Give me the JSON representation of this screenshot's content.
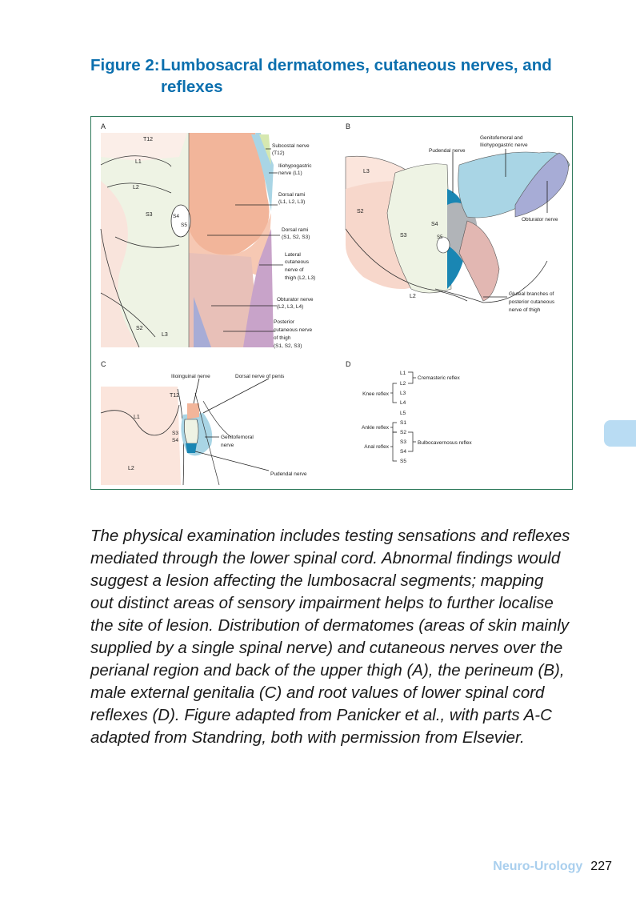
{
  "figure": {
    "number": "Figure 2:",
    "title_line1": "Lumbosacral dermatomes, cutaneous nerves, and",
    "title_line2": "reflexes"
  },
  "panels": {
    "a": {
      "letter": "A",
      "dermatomes": [
        "T12",
        "L1",
        "L2",
        "S3",
        "S4",
        "S5",
        "S2",
        "L3"
      ],
      "nerves": [
        "Subcostal nerve",
        "(T12)",
        "Iliohypogastric",
        "nerve (L1)",
        "Dorsal rami",
        "(L1, L2, L3)",
        "Dorsal rami",
        "(S1, S2, S3)",
        "Lateral",
        "cutaneous",
        "nerve of",
        "thigh (L2, L3)",
        "Obturator nerve",
        "(L2, L3, L4)",
        "Posterior",
        "cutaneous nerve",
        "of thigh",
        "(S1, S2, S3)"
      ]
    },
    "b": {
      "letter": "B",
      "dermatomes": [
        "L3",
        "S2",
        "S3",
        "S4",
        "S5",
        "L2"
      ],
      "nerves": [
        "Pudendal nerve",
        "Genitofemoral and",
        "Iliohypogastric nerve",
        "Obturator nerve",
        "Gluteal branches of",
        "posterior cutaneous",
        "nerve of thigh"
      ]
    },
    "c": {
      "letter": "C",
      "dermatomes": [
        "T12",
        "L1",
        "S3",
        "S4",
        "L2"
      ],
      "nerves": [
        "Ilioinguinal nerve",
        "Dorsal nerve of penis",
        "Genitofemoral",
        "nerve",
        "Pudendal nerve"
      ]
    },
    "d": {
      "letter": "D",
      "segments": [
        "L1",
        "L2",
        "L3",
        "L4",
        "L5",
        "S1",
        "S2",
        "S3",
        "S4",
        "S5"
      ],
      "reflexes": [
        "Cremasteric reflex",
        "Knee reflex",
        "Ankle reflex",
        "Anal reflex",
        "Bulbocavernosus reflex"
      ]
    }
  },
  "caption": "The physical examination includes testing sensations and reflexes mediated through the lower spinal cord. Abnormal findings would suggest a lesion affecting the lumbosacral segments; mapping out distinct areas of sensory impairment helps to further localise the site of lesion. Distribution of dermatomes (areas of skin mainly supplied by a single spinal nerve) and cutaneous nerves over the perianal region and back of the upper thigh (A), the perineum (B), male external genitalia (C) and root values of lower spinal cord reflexes (D). Figure adapted from Panicker et al., with parts A-C adapted from Standring, both with permission from Elsevier.",
  "footer": {
    "section": "Neuro-Urology",
    "page": "227"
  },
  "colors": {
    "title": "#0b6fae",
    "border": "#2f7a5c",
    "salmon": "#f2b59a",
    "pink": "#f7d7cb",
    "pale_green": "#eef3e4",
    "light_blue": "#a9d5e5",
    "lavender": "#a7acd6",
    "mauve": "#c8a3c9",
    "rose": "#e2b7b2",
    "teal": "#1a86b3"
  }
}
